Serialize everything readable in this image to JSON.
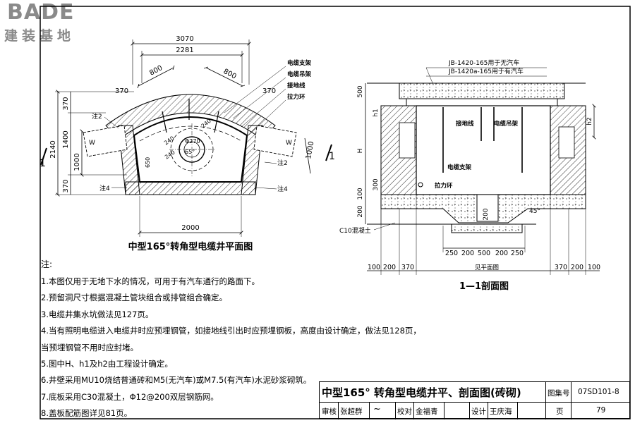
{
  "logo": {
    "brand": "BADE",
    "subtitle": "建装基地"
  },
  "plan": {
    "caption": "中型165°转角型电缆井平面图",
    "dims": {
      "overall_width": "3070",
      "inner_width": "2281",
      "bottom_width": "2000",
      "arc_left": "800",
      "arc_right": "800",
      "wall_tl": "370",
      "wall_tr": "370",
      "height_total": "2140",
      "h_top": "370",
      "h_mid": "1400",
      "h_w": "1000",
      "h_bot": "370",
      "h_right": "1000",
      "pit_dia": "Φ270",
      "pit_240a": "240",
      "pit_240b": "240",
      "pit_240c": "240",
      "depth_650": "650",
      "angle": "65°",
      "w_left": "W",
      "w_right": "W",
      "section_left": "1",
      "section_right": "1"
    },
    "notes": {
      "n2_left": "注2",
      "n4_left": "注4",
      "n2_right": "注2",
      "n4_right": "注4"
    },
    "leaders": [
      "电缆支架",
      "电缆吊架",
      "接地线",
      "拉力环"
    ]
  },
  "section": {
    "caption": "1—1剖面图",
    "callouts": {
      "jb_no_car": "JB-1420-165用于无汽车",
      "jb_car": "JB-1420a-165用于有汽车",
      "ground": "接地线",
      "hanger": "电缆吊架",
      "support": "电缆支架",
      "ring": "拉力环",
      "c10": "C10混凝土"
    },
    "dims": {
      "top_500": "500",
      "h1": "h1",
      "H": "H",
      "d300": "300",
      "d200a": "200",
      "d100": "100",
      "h2": "h2",
      "pit_200": "200",
      "angle45": "45°",
      "bottom_row": [
        "250",
        "200",
        "500",
        "200",
        "250"
      ],
      "base_row_left": [
        "100",
        "200",
        "370"
      ],
      "base_row_right": [
        "370",
        "200",
        "100"
      ],
      "base_center": "见平面图"
    }
  },
  "notes": {
    "heading": "注:",
    "items": [
      "1.本图仅用于无地下水的情况，可用于有汽车通行的路面下。",
      "2.预留洞尺寸根据混凝土管块组合或排管组合确定。",
      "3.电缆井集水坑做法见127页。",
      "4.当有照明电缆进入电缆井时应预埋钢管，如接地线引出时应预埋钢板，高度由设计确定，做法见128页，",
      "  当预埋钢管不用时应封堵。",
      "5.图中H、h1及h2由工程设计确定。",
      "6.井壁采用MU10烧结普通砖和M5(无汽车)或M7.5(有汽车)水泥砂浆砌筑。",
      "7.底板采用C30混凝土，Φ12@200双层钢筋网。",
      "8.盖板配筋图详见81页。"
    ]
  },
  "title_block": {
    "title": "中型165° 转角型电缆井平、剖面图(砖砌)",
    "atlas_label": "图集号",
    "atlas_no": "07SD101-8",
    "review_label": "审核",
    "reviewer": "张超群",
    "check_label": "校对",
    "checker": "金福青",
    "design_label": "设计",
    "designer": "王庆海",
    "page_label": "页",
    "page_no": "79"
  }
}
